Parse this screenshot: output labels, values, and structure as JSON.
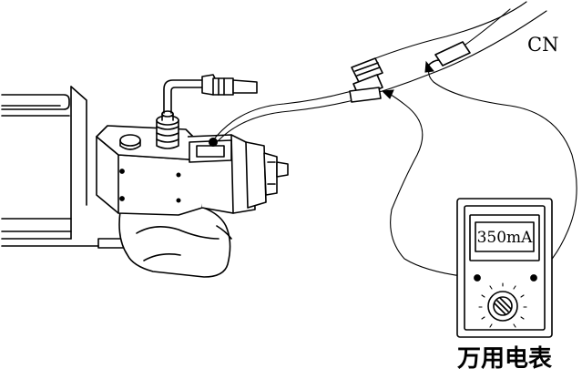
{
  "labels": {
    "connector": "CN",
    "meter_reading": "350mA",
    "meter_caption": "万用电表"
  }
}
